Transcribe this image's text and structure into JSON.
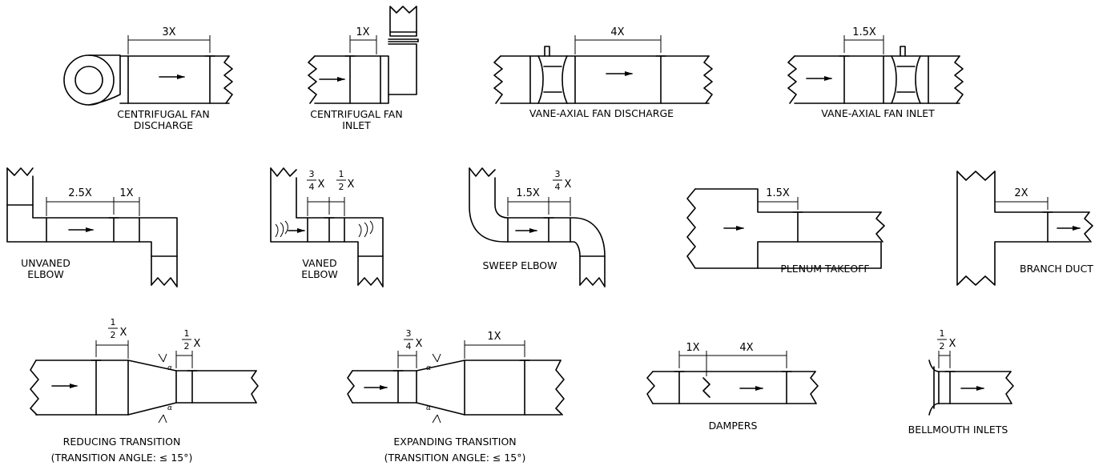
{
  "labels": {
    "centrifugal_fan_discharge": [
      "CENTRIFUGAL FAN",
      "DISCHARGE"
    ],
    "centrifugal_fan_inlet": [
      "CENTRIFUGAL FAN",
      "INLET"
    ],
    "vane_axial_fan_discharge": "VANE-AXIAL FAN DISCHARGE",
    "vane_axial_fan_inlet": "VANE-AXIAL FAN INLET",
    "unvaned_elbow": [
      "UNVANED",
      "ELBOW"
    ],
    "vaned_elbow": [
      "VANED",
      "ELBOW"
    ],
    "sweep_elbow": "SWEEP ELBOW",
    "plenum_takeoff": "PLENUM TAKEOFF",
    "branch_duct": "BRANCH DUCT",
    "reducing_transition": [
      "REDUCING TRANSITION",
      "(TRANSITION ANGLE: ≤ 15°)"
    ],
    "expanding_transition": [
      "EXPANDING TRANSITION",
      "(TRANSITION ANGLE: ≤ 15°)"
    ],
    "dampers": "DAMPERS",
    "bellmouth_inlets": "BELLMOUTH INLETS"
  },
  "dims": {
    "three_x": "3X",
    "one_x": "1X",
    "four_x": "4X",
    "one_five_x": "1.5X",
    "two_five_x": "2.5X",
    "two_x": "2X",
    "x": "X",
    "num_1": "1",
    "num_3": "3",
    "den_2": "2",
    "den_4": "4",
    "alpha": "α"
  }
}
